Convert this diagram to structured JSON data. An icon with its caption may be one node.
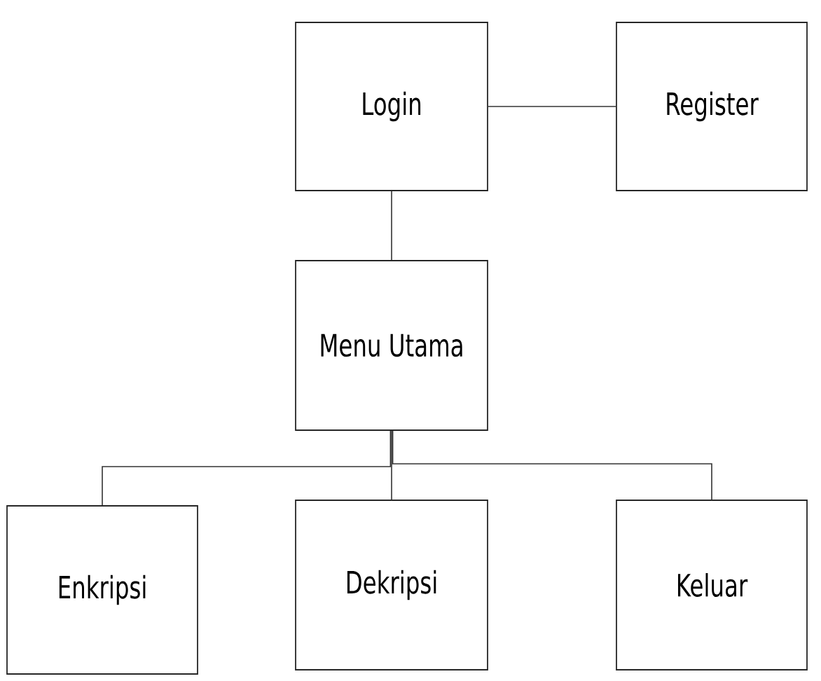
{
  "diagram": {
    "nodes": [
      {
        "text": [
          "Login"
        ]
      },
      {
        "text": [
          "Register"
        ]
      },
      {
        "text": [
          "Menu Utama"
        ]
      },
      {
        "text": [
          "Enkripsi"
        ]
      },
      {
        "text": [
          "Dekripsi"
        ]
      },
      {
        "text": [
          "Keluar"
        ]
      }
    ],
    "edges": [
      {
        "from": 0,
        "to": 1,
        "arrow": "none"
      },
      {
        "from": 0,
        "to": 2,
        "arrow": "none"
      },
      {
        "from": 2,
        "to": 3,
        "arrow": "none"
      },
      {
        "from": 2,
        "to": 4,
        "arrow": "none"
      },
      {
        "from": 2,
        "to": 5,
        "arrow": "none"
      }
    ]
  }
}
